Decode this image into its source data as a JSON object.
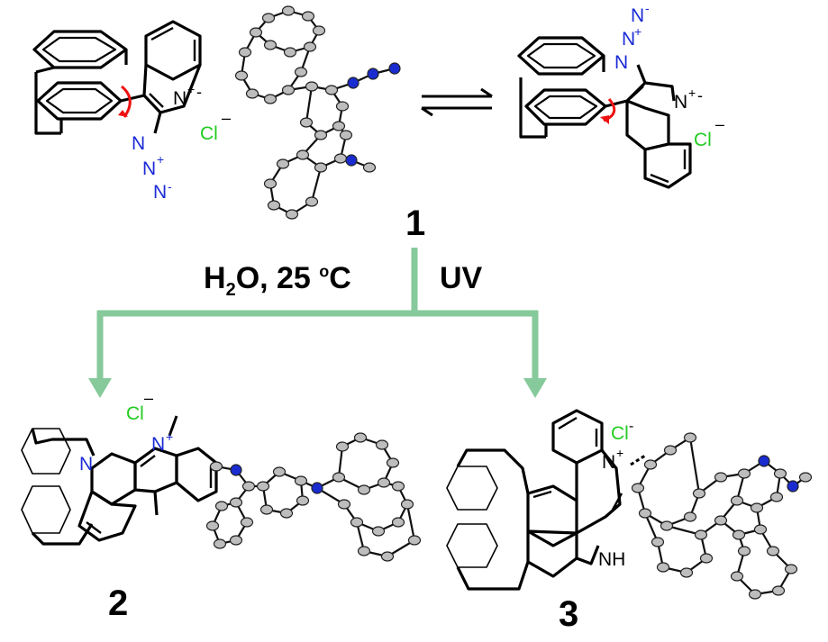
{
  "compounds": {
    "c1": "1",
    "c2": "2",
    "c3": "3"
  },
  "conditions": {
    "left_h": "H",
    "left_sub": "2",
    "left_rest": "O, 25 ",
    "left_sup": "o",
    "left_unit": "C",
    "right": "UV"
  },
  "atoms": {
    "nitrogen": "N",
    "n_plus": "+",
    "n_minus": "-",
    "chloride": "Cl",
    "chloride_charge": "–",
    "chloride_charge_alt": "-",
    "nh": "NH"
  },
  "colors": {
    "arrow": "#86c99a",
    "chloride": "#22cc22",
    "azide": "#1b2bd6",
    "curved_arrow": "#ee1111",
    "ortep_n": "#1a2ccf",
    "ortep_c": "#bdbdbd"
  }
}
